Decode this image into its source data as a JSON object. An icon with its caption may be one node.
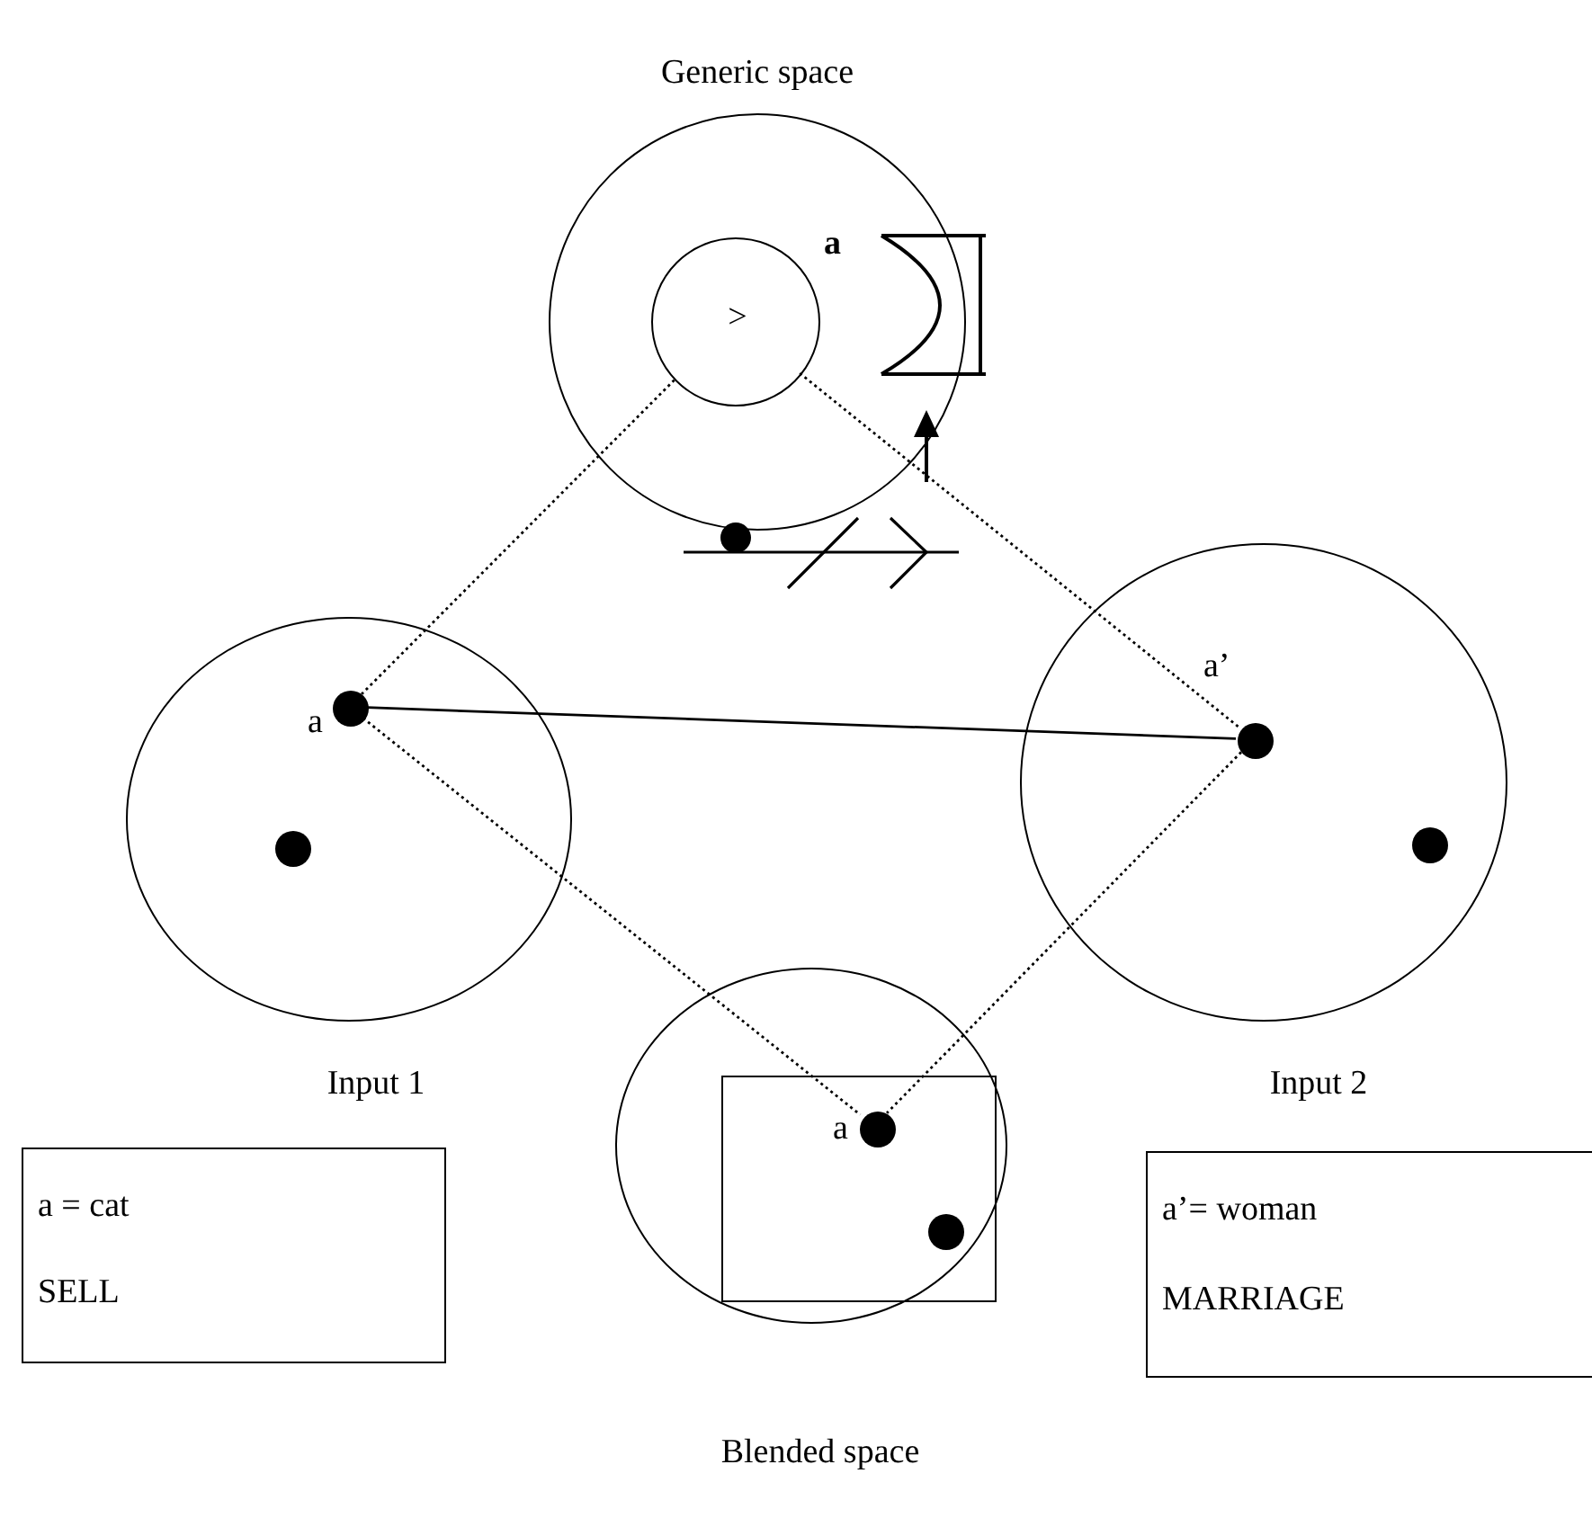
{
  "diagram": {
    "nodes": [
      {
        "text": [
          "Generic space"
        ]
      },
      {
        "text": [
          ">"
        ],
        "in": 0
      },
      {
        "text": [
          "Input 1"
        ]
      },
      {
        "text": [],
        "shape": "circle",
        "in": 2,
        "beside": [
          "a"
        ]
      },
      {
        "text": [],
        "shape": "circle",
        "in": 2
      },
      {
        "text": [
          "Input 2"
        ]
      },
      {
        "text": [],
        "shape": "circle",
        "in": 5,
        "beside": [
          "a’"
        ]
      },
      {
        "text": [],
        "shape": "circle",
        "in": 5
      },
      {
        "text": [
          "Blended space"
        ]
      },
      {
        "text": [],
        "shape": "box",
        "in": 8
      },
      {
        "text": [],
        "shape": "circle",
        "in": 9,
        "beside": [
          "a"
        ]
      },
      {
        "text": [],
        "shape": "circle",
        "in": 9
      },
      {
        "text": [
          "a = cat",
          "SELL"
        ]
      },
      {
        "text": [
          "a’= woman",
          "MARRIAGE"
        ]
      }
    ],
    "edges": [
      {
        "from": 1,
        "to": 3,
        "arrow": "none",
        "style": "dashed"
      },
      {
        "from": 1,
        "to": 6,
        "arrow": "none",
        "style": "dashed"
      },
      {
        "from": 3,
        "to": 6,
        "arrow": "none"
      },
      {
        "from": 3,
        "to": 10,
        "arrow": "none",
        "style": "dashed"
      },
      {
        "from": 6,
        "to": 10,
        "arrow": "none",
        "style": "dashed"
      }
    ],
    "labels": [
      "a"
    ]
  }
}
